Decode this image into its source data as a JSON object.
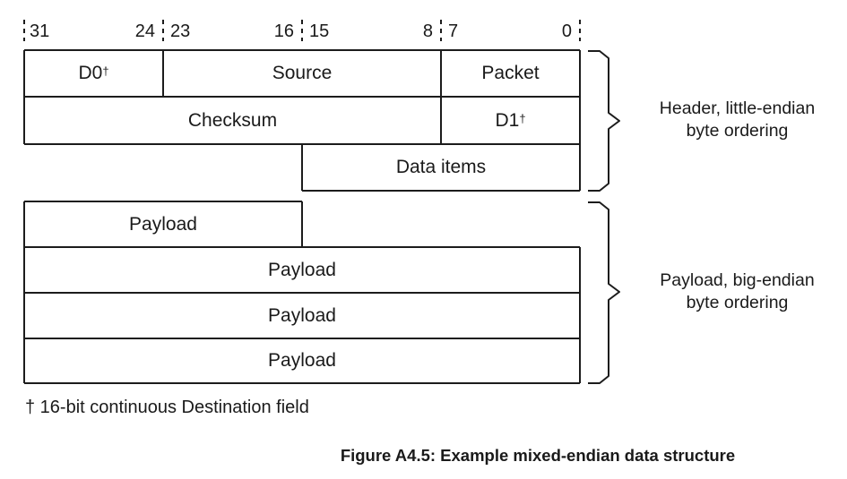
{
  "colors": {
    "line": "#1c1c1c",
    "text": "#1a1a1a",
    "background": "#ffffff"
  },
  "bit_labels": [
    "31",
    "24",
    "23",
    "16",
    "15",
    "8",
    "7",
    "0"
  ],
  "header_section": {
    "cells": {
      "d0": {
        "label": "D0",
        "sup": "†"
      },
      "source": {
        "label": "Source"
      },
      "packet": {
        "label": "Packet"
      },
      "checksum": {
        "label": "Checksum"
      },
      "d1": {
        "label": "D1",
        "sup": "†"
      },
      "data_items": {
        "label": "Data items"
      }
    },
    "brace_label": {
      "line1": "Header, little-endian",
      "line2": "byte ordering"
    }
  },
  "payload_section": {
    "cells": {
      "payload_row1": {
        "label": "Payload"
      },
      "payload_row2": {
        "label": "Payload"
      },
      "payload_row3": {
        "label": "Payload"
      },
      "payload_row4": {
        "label": "Payload"
      }
    },
    "brace_label": {
      "line1": "Payload, big-endian",
      "line2": "byte ordering"
    }
  },
  "footnote": "† 16-bit continuous Destination field",
  "caption": "Figure A4.5: Example mixed-endian data structure"
}
